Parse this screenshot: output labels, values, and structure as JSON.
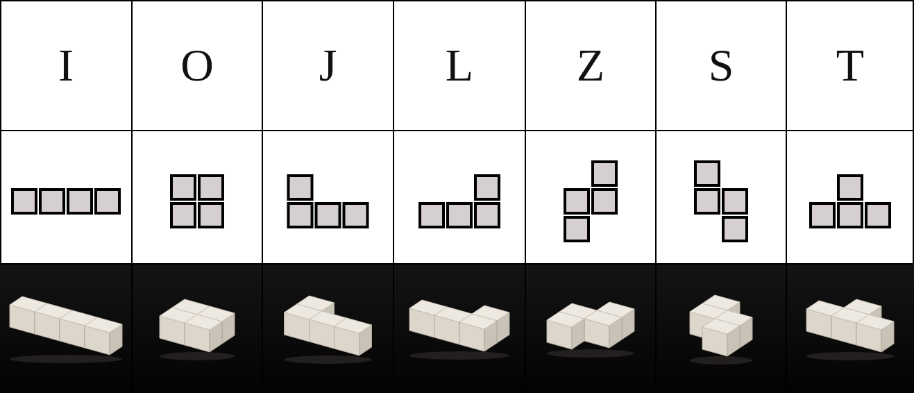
{
  "diagram": {
    "labels": [
      "I",
      "O",
      "J",
      "L",
      "Z",
      "S",
      "T"
    ]
  }
}
